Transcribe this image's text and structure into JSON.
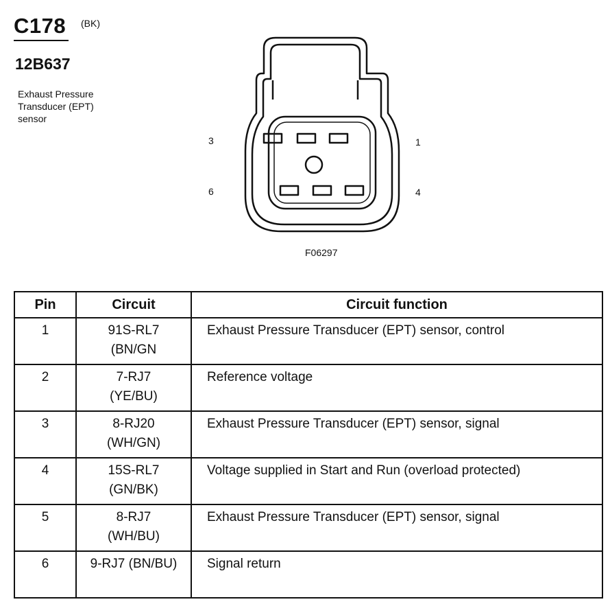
{
  "header": {
    "connector_id": "C178",
    "connector_color": "(BK)",
    "part_number": "12B637",
    "description_lines": [
      "Exhaust Pressure",
      "Transducer (EPT)",
      "sensor"
    ]
  },
  "diagram": {
    "pin_labels": {
      "top_left": "3",
      "top_right": "1",
      "bottom_left": "6",
      "bottom_right": "4"
    },
    "figure_id": "F06297"
  },
  "table": {
    "headers": {
      "pin": "Pin",
      "circuit": "Circuit",
      "function": "Circuit function"
    },
    "rows": [
      {
        "pin": "1",
        "circuit": [
          "91S-RL7",
          "(BN/GN"
        ],
        "function": "Exhaust Pressure Transducer (EPT) sensor, control"
      },
      {
        "pin": "2",
        "circuit": [
          "7-RJ7",
          "(YE/BU)"
        ],
        "function": "Reference voltage"
      },
      {
        "pin": "3",
        "circuit": [
          "8-RJ20",
          "(WH/GN)"
        ],
        "function": "Exhaust Pressure Transducer (EPT) sensor, signal"
      },
      {
        "pin": "4",
        "circuit": [
          "15S-RL7",
          "(GN/BK)"
        ],
        "function": "Voltage supplied in Start and Run (overload protected)"
      },
      {
        "pin": "5",
        "circuit": [
          "8-RJ7",
          "(WH/BU)"
        ],
        "function": "Exhaust Pressure Transducer (EPT) sensor, signal"
      },
      {
        "pin": "6",
        "circuit": [
          "9-RJ7 (BN/BU)"
        ],
        "function": "Signal return"
      }
    ]
  }
}
